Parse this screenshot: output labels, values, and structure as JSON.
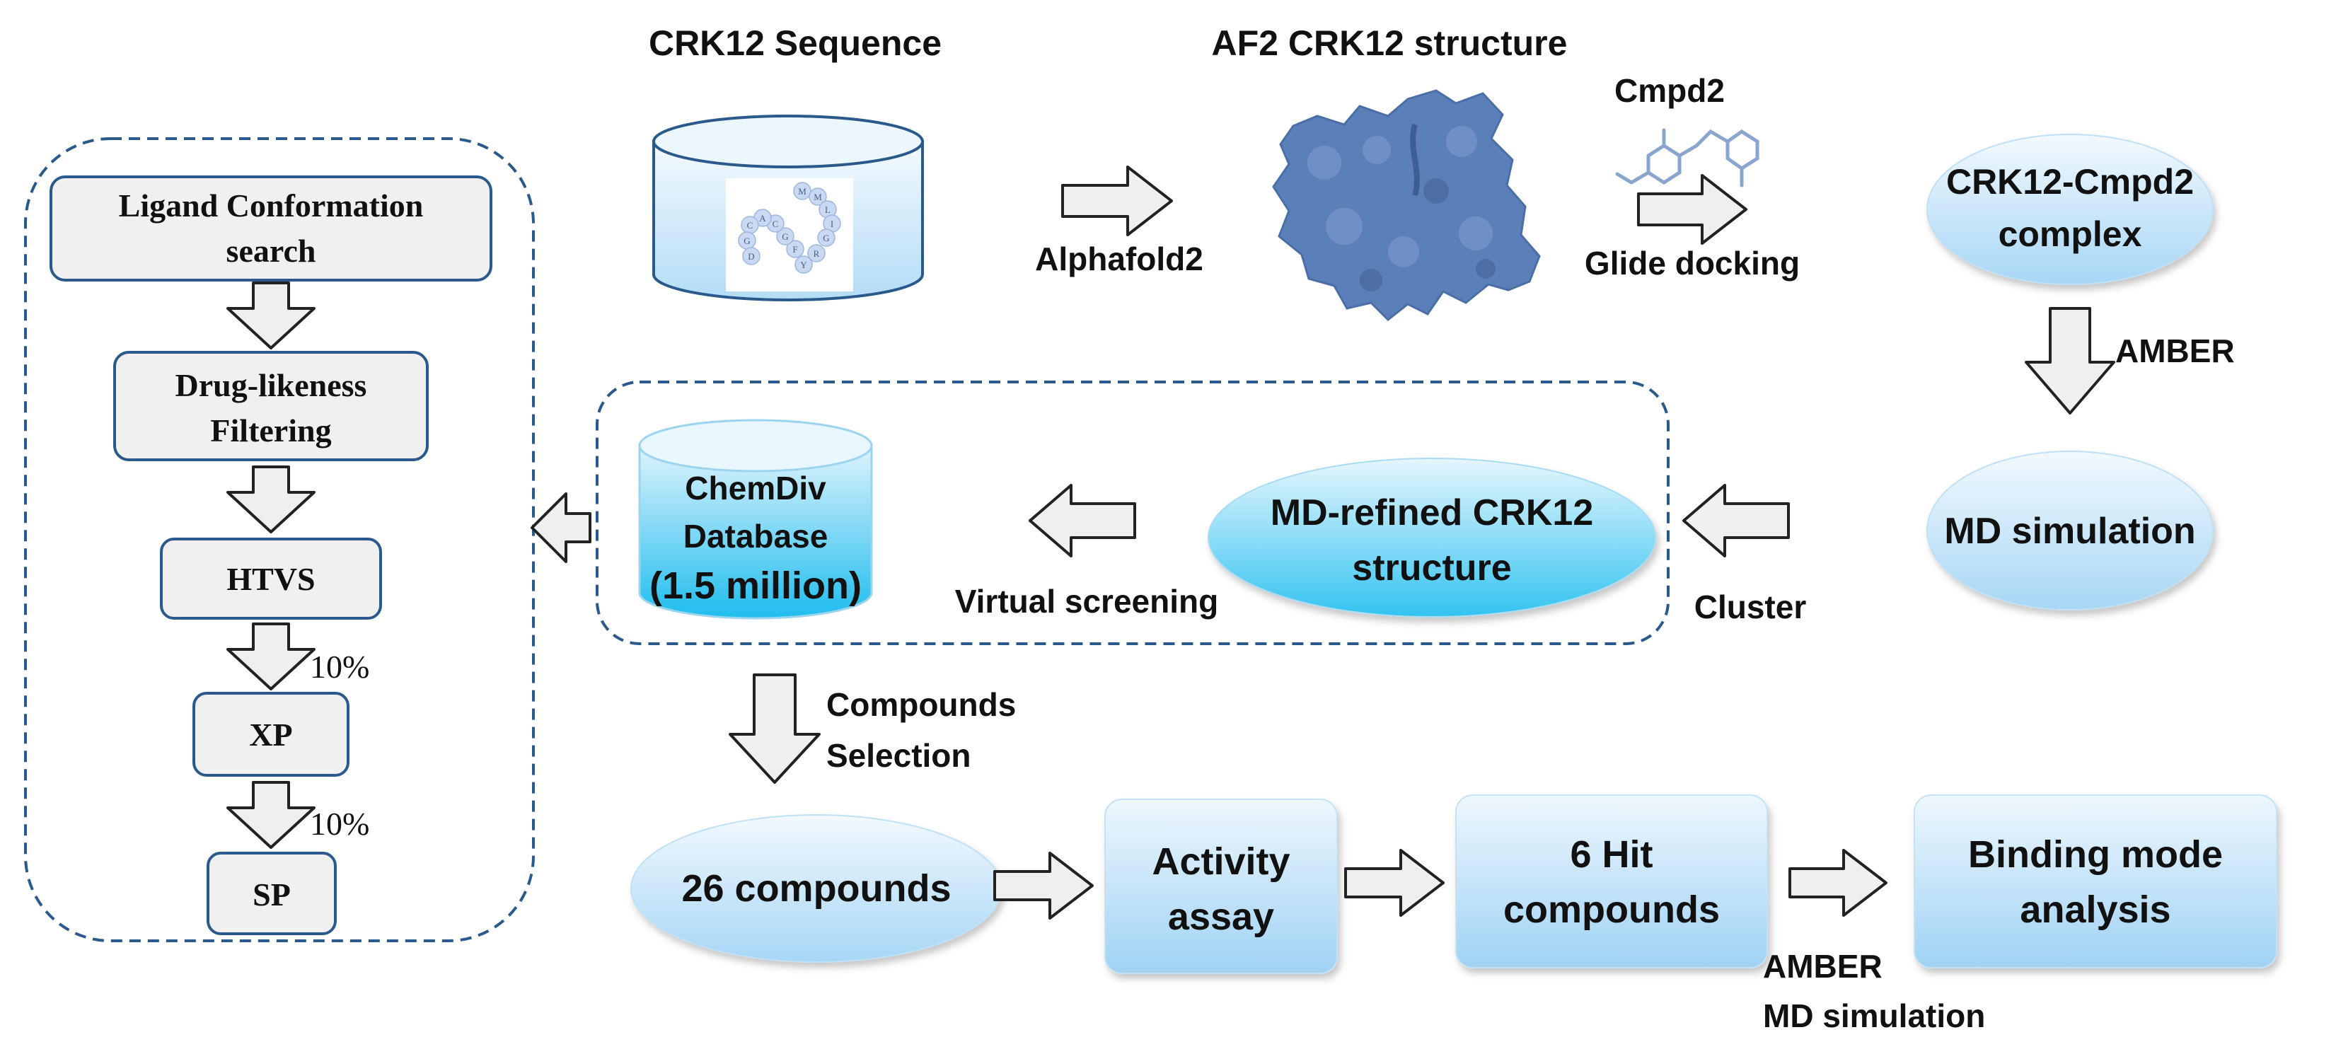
{
  "titles": {
    "sequence": "CRK12 Sequence",
    "structure": "AF2 CRK12 structure",
    "ligand": "Cmpd2"
  },
  "sequence_letters": [
    "M",
    "M",
    "L",
    "I",
    "G",
    "R",
    "Y",
    "F",
    "G",
    "C",
    "A",
    "C",
    "G",
    "D"
  ],
  "edges": {
    "alphafold": "Alphafold2",
    "docking": "Glide docking",
    "amber": "AMBER",
    "cluster": "Cluster",
    "virtual_screening": "Virtual screening",
    "selection_line1": "Compounds",
    "selection_line2": "Selection",
    "md_line1": "AMBER",
    "md_line2": "MD simulation"
  },
  "nodes": {
    "complex": [
      "CRK12-Cmpd2",
      "complex"
    ],
    "md_simulation": "MD simulation",
    "md_refined": [
      "MD-refined CRK12",
      "structure"
    ],
    "database": [
      "ChemDiv",
      "Database",
      "(1.5 million)"
    ],
    "compounds26": "26 compounds",
    "activity": [
      "Activity",
      "assay"
    ],
    "hits": [
      "6 Hit",
      "compounds"
    ],
    "binding": [
      "Binding mode",
      "analysis"
    ]
  },
  "pipeline": {
    "ligand": [
      "Ligand Conformation",
      "search"
    ],
    "drug": [
      "Drug-likeness",
      "Filtering"
    ],
    "htvs": "HTVS",
    "xp": "XP",
    "sp": "SP",
    "pct1": "10%",
    "pct2": "10%"
  },
  "colors": {
    "node_top": "#eaf5fd",
    "node_bottom": "#9fd1f3",
    "db_top": "#e3f4fc",
    "db_bottom": "#2fc0ef",
    "border": "#2a5a8c",
    "protein": "#5b7fb8",
    "arrow_fill": "#efefef",
    "step_fill": "#f0f0f0"
  }
}
